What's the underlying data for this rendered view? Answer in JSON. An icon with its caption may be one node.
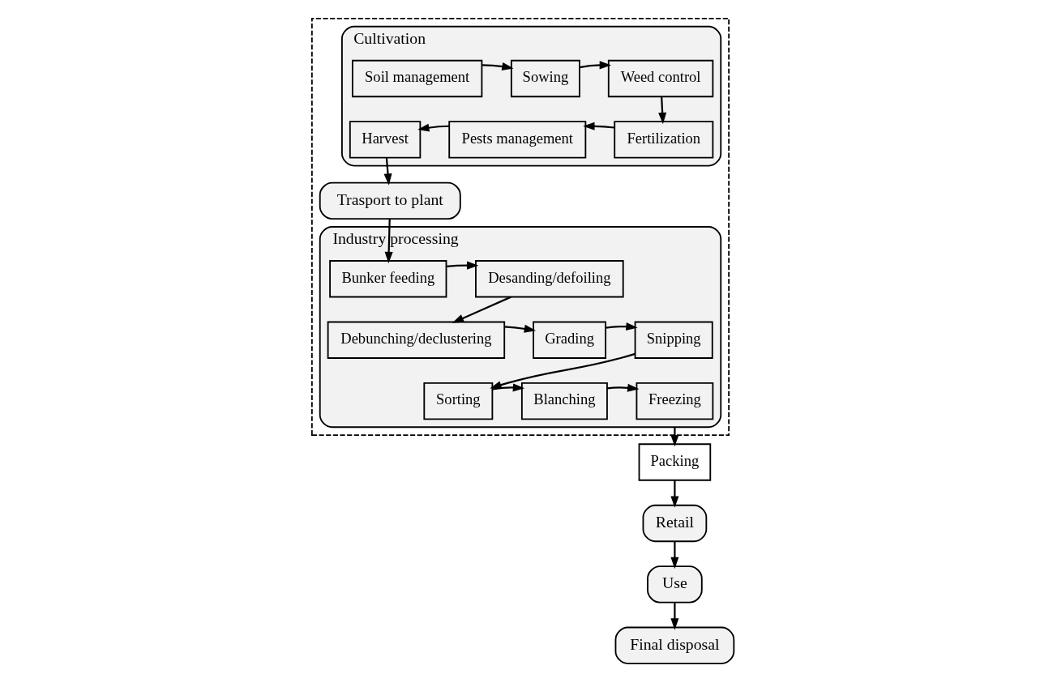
{
  "diagram": {
    "nodes": [
      {
        "text": [],
        "shape": "box"
      },
      {
        "text": [
          "Cultivation"
        ],
        "in": 0
      },
      {
        "text": [
          "Soil management"
        ],
        "in": 1
      },
      {
        "text": [
          "Sowing"
        ],
        "in": 1
      },
      {
        "text": [
          "Weed control"
        ],
        "in": 1
      },
      {
        "text": [
          "Fertilization"
        ],
        "in": 1
      },
      {
        "text": [
          "Pests management"
        ],
        "in": 1
      },
      {
        "text": [
          "Harvest"
        ],
        "in": 1
      },
      {
        "text": [
          "Trasport to plant"
        ],
        "in": 0
      },
      {
        "text": [
          "Industry processing"
        ],
        "in": 0
      },
      {
        "text": [
          "Bunker feeding"
        ],
        "in": 9
      },
      {
        "text": [
          "Desanding/defoiling"
        ],
        "in": 9
      },
      {
        "text": [
          "Debunching/declustering"
        ],
        "in": 9
      },
      {
        "text": [
          "Grading"
        ],
        "in": 9
      },
      {
        "text": [
          "Snipping"
        ],
        "in": 9
      },
      {
        "text": [
          "Sorting"
        ],
        "in": 9
      },
      {
        "text": [
          "Blanching"
        ],
        "in": 9
      },
      {
        "text": [
          "Freezing"
        ],
        "in": 9
      },
      {
        "text": [
          "Packing"
        ]
      },
      {
        "text": [
          "Retail"
        ]
      },
      {
        "text": [
          "Use"
        ]
      },
      {
        "text": [
          "Final disposal"
        ]
      }
    ],
    "edges": [
      {
        "from": 2,
        "to": 3,
        "arrow": "to"
      },
      {
        "from": 3,
        "to": 4,
        "arrow": "to"
      },
      {
        "from": 4,
        "to": 5,
        "arrow": "to"
      },
      {
        "from": 5,
        "to": 6,
        "arrow": "to"
      },
      {
        "from": 6,
        "to": 7,
        "arrow": "to"
      },
      {
        "from": 7,
        "to": 8,
        "arrow": "to"
      },
      {
        "from": 8,
        "to": 10,
        "arrow": "to"
      },
      {
        "from": 10,
        "to": 11,
        "arrow": "to"
      },
      {
        "from": 11,
        "to": 12,
        "arrow": "to"
      },
      {
        "from": 12,
        "to": 13,
        "arrow": "to"
      },
      {
        "from": 13,
        "to": 14,
        "arrow": "to"
      },
      {
        "from": 14,
        "to": 15,
        "arrow": "to"
      },
      {
        "from": 15,
        "to": 16,
        "arrow": "to"
      },
      {
        "from": 16,
        "to": 17,
        "arrow": "to"
      },
      {
        "from": 9,
        "to": 18,
        "arrow": "to"
      },
      {
        "from": 18,
        "to": 19,
        "arrow": "to"
      },
      {
        "from": 19,
        "to": 20,
        "arrow": "to"
      },
      {
        "from": 20,
        "to": 21,
        "arrow": "to"
      }
    ]
  }
}
